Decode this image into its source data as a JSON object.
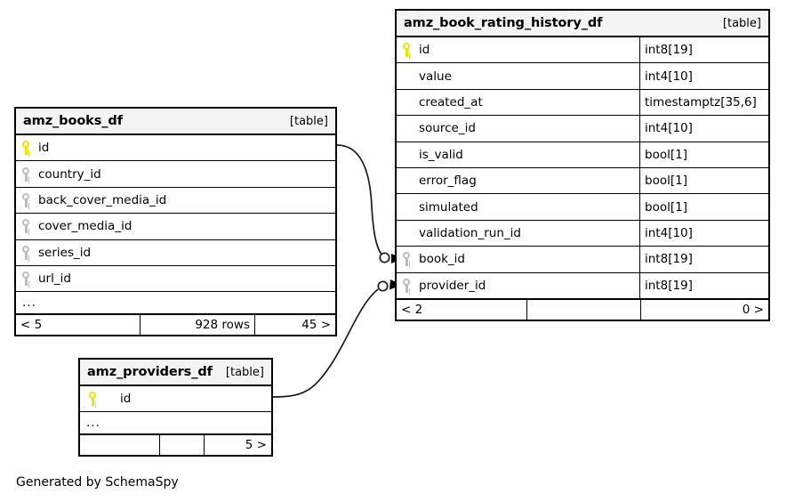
{
  "diagram": {
    "caption": "Generated by SchemaSpy",
    "table_tag": "[table]",
    "ellipsis": "...",
    "colors": {
      "primary_key": "#e8e800",
      "foreign_key": "#bcbcbc",
      "border": "#000000",
      "header_bg": "#f4f4f4",
      "background": "#ffffff"
    }
  },
  "tables": [
    {
      "id": "amz_books_df",
      "name": "amz_books_df",
      "tag": "[table]",
      "columns": [
        {
          "name": "id",
          "key": "primary",
          "type": ""
        },
        {
          "name": "country_id",
          "key": "foreign",
          "type": ""
        },
        {
          "name": "back_cover_media_id",
          "key": "foreign",
          "type": ""
        },
        {
          "name": "cover_media_id",
          "key": "foreign",
          "type": ""
        },
        {
          "name": "series_id",
          "key": "foreign",
          "type": ""
        },
        {
          "name": "url_id",
          "key": "foreign",
          "type": ""
        }
      ],
      "has_more": true,
      "stats": {
        "left": "< 5",
        "center": "928 rows",
        "right": "45 >"
      }
    },
    {
      "id": "amz_book_rating_history_df",
      "name": "amz_book_rating_history_df",
      "tag": "[table]",
      "columns": [
        {
          "name": "id",
          "key": "primary",
          "type": "int8[19]"
        },
        {
          "name": "value",
          "key": "none",
          "type": "int4[10]"
        },
        {
          "name": "created_at",
          "key": "none",
          "type": "timestamptz[35,6]"
        },
        {
          "name": "source_id",
          "key": "none",
          "type": "int4[10]"
        },
        {
          "name": "is_valid",
          "key": "none",
          "type": "bool[1]"
        },
        {
          "name": "error_flag",
          "key": "none",
          "type": "bool[1]"
        },
        {
          "name": "simulated",
          "key": "none",
          "type": "bool[1]"
        },
        {
          "name": "validation_run_id",
          "key": "none",
          "type": "int4[10]"
        },
        {
          "name": "book_id",
          "key": "foreign",
          "type": "int8[19]"
        },
        {
          "name": "provider_id",
          "key": "foreign",
          "type": "int8[19]"
        }
      ],
      "has_more": false,
      "stats": {
        "left": "< 2",
        "center": "",
        "right": "0 >"
      }
    },
    {
      "id": "amz_providers_df",
      "name": "amz_providers_df",
      "tag": "[table]",
      "columns": [
        {
          "name": "id",
          "key": "primary",
          "type": ""
        }
      ],
      "has_more": true,
      "stats": {
        "left": "",
        "center": "",
        "right": "5 >"
      }
    }
  ],
  "relationships": [
    {
      "from_table": "amz_books_df",
      "from_column": "id",
      "to_table": "amz_book_rating_history_df",
      "to_column": "book_id",
      "cardinality": "zero-or-many"
    },
    {
      "from_table": "amz_providers_df",
      "from_column": "id",
      "to_table": "amz_book_rating_history_df",
      "to_column": "provider_id",
      "cardinality": "zero-or-many"
    }
  ]
}
